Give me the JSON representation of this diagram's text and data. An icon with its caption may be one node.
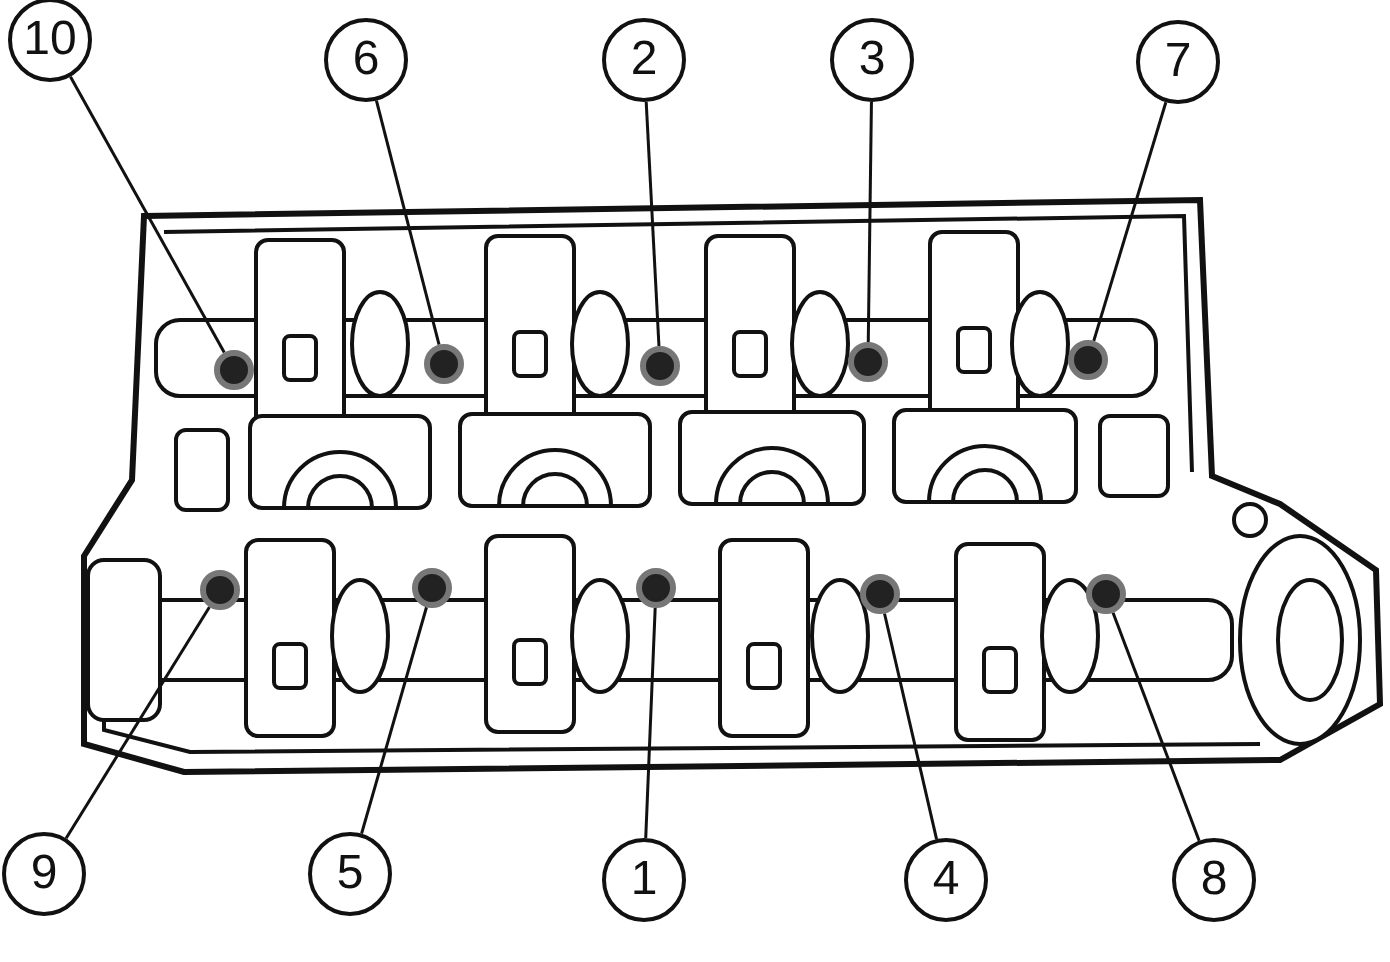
{
  "diagram": {
    "nodes": [
      {
        "text": [
          "10"
        ]
      },
      {
        "text": [
          "6"
        ]
      },
      {
        "text": [
          "2"
        ]
      },
      {
        "text": [
          "3"
        ]
      },
      {
        "text": [
          "7"
        ]
      },
      {
        "text": [],
        "shape": "circle"
      },
      {
        "text": [],
        "shape": "circle"
      },
      {
        "text": [],
        "shape": "circle"
      },
      {
        "text": [],
        "shape": "circle"
      },
      {
        "text": [],
        "shape": "circle"
      },
      {
        "text": [],
        "shape": "circle"
      },
      {
        "text": [],
        "shape": "circle"
      },
      {
        "text": [],
        "shape": "circle"
      },
      {
        "text": [],
        "shape": "circle"
      },
      {
        "text": [],
        "shape": "circle"
      },
      {
        "text": [
          "9"
        ]
      },
      {
        "text": [
          "5"
        ]
      },
      {
        "text": [
          "1"
        ]
      },
      {
        "text": [
          "4"
        ]
      },
      {
        "text": [
          "8"
        ]
      }
    ],
    "edges": [
      {
        "from": 0,
        "to": 5,
        "arrow": "none"
      },
      {
        "from": 1,
        "to": 6,
        "arrow": "none"
      },
      {
        "from": 2,
        "to": 7,
        "arrow": "none"
      },
      {
        "from": 3,
        "to": 8,
        "arrow": "none"
      },
      {
        "from": 4,
        "to": 9,
        "arrow": "none"
      },
      {
        "from": 15,
        "to": 10,
        "arrow": "none"
      },
      {
        "from": 16,
        "to": 11,
        "arrow": "none"
      },
      {
        "from": 17,
        "to": 12,
        "arrow": "none"
      },
      {
        "from": 18,
        "to": 13,
        "arrow": "none"
      },
      {
        "from": 19,
        "to": 14,
        "arrow": "none"
      }
    ]
  }
}
